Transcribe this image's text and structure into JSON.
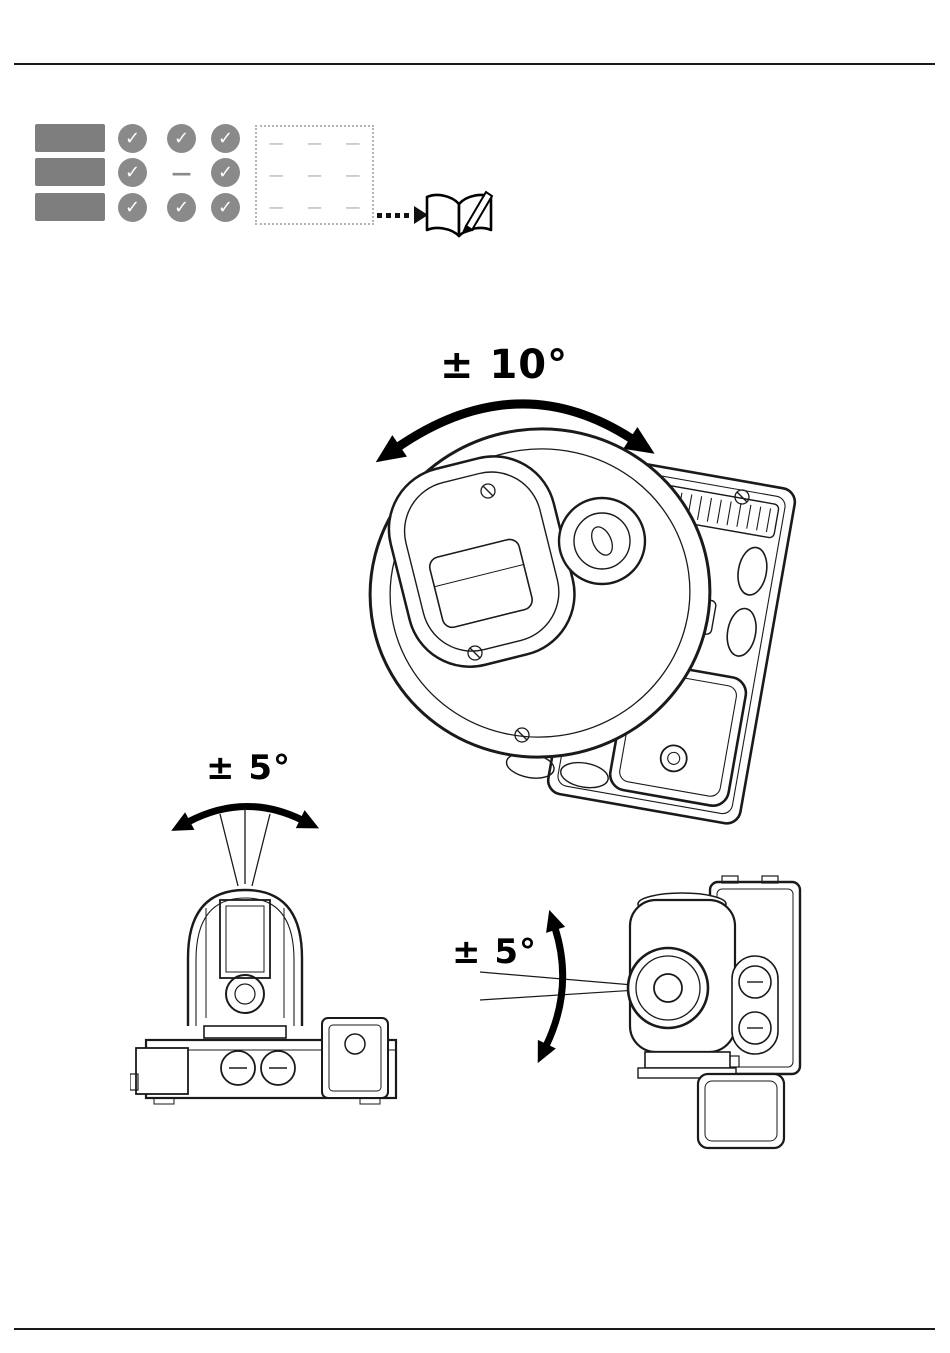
{
  "glyphs": {
    "check": "✓",
    "dash": "—"
  },
  "legend": {
    "grid": [
      [
        "check",
        "check",
        "check"
      ],
      [
        "check",
        "dash",
        "check"
      ],
      [
        "check",
        "check",
        "check"
      ]
    ],
    "note_icon": "open-book-pencil"
  },
  "labels": {
    "pan_range": "± 10°",
    "tilt_range_front": "± 5°",
    "tilt_range_side": "± 5°"
  }
}
